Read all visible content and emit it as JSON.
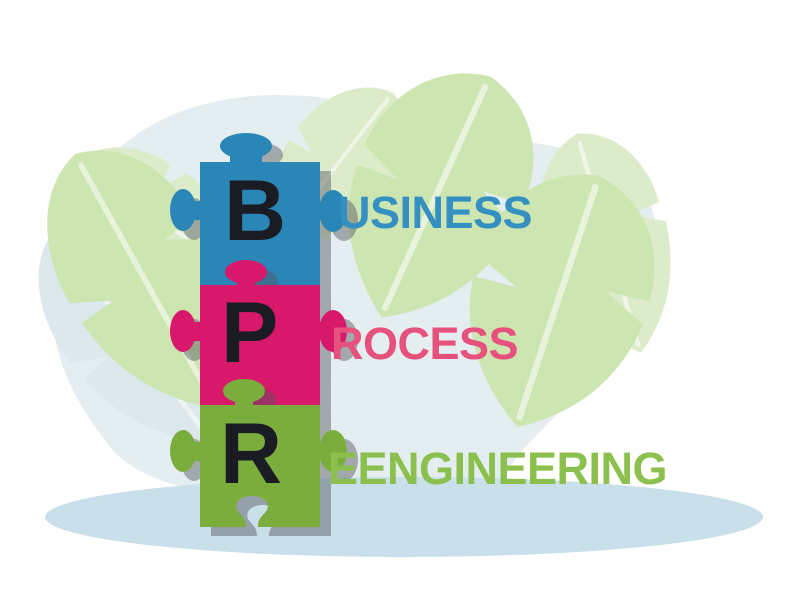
{
  "illustration": {
    "letter_color": "#1b1b24",
    "items": [
      {
        "letter": "B",
        "rest": "USINESS",
        "piece_color": "#2b86b8",
        "word_color": "#3590c2"
      },
      {
        "letter": "P",
        "rest": "ROCESS",
        "piece_color": "#d8186b",
        "word_color": "#e6517d"
      },
      {
        "letter": "R",
        "rest": "EENGINEERING",
        "piece_color": "#7bad3d",
        "word_color": "#8cc04e"
      }
    ]
  },
  "background": {
    "page_color": "#ffffff",
    "blob_color": "#e4eef0",
    "leaf_color": "#cde5b1",
    "leaf_color_light": "#dcecca",
    "leaf_color_blue": "#dce8ec",
    "ground_color": "#c9dfe9",
    "shadow_color": "#55555e"
  }
}
